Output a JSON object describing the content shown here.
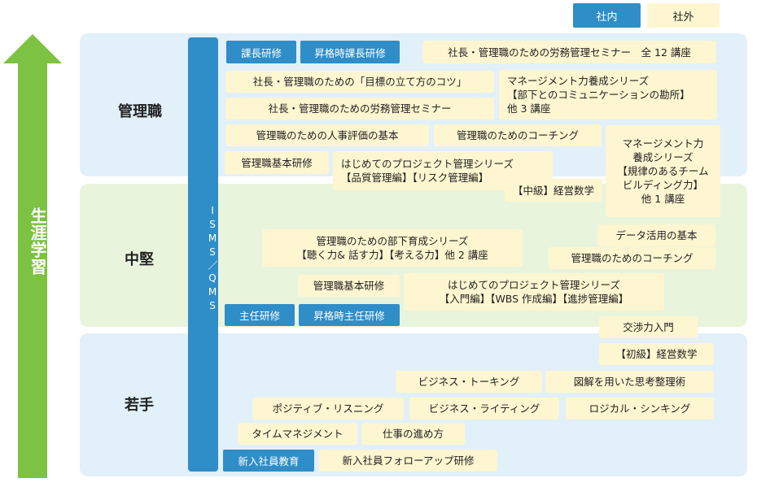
{
  "legend": {
    "internal": "社内",
    "external": "社外"
  },
  "axis": {
    "label": "生涯学習"
  },
  "levels": {
    "manager": "管理職",
    "mid": "中堅",
    "junior": "若手"
  },
  "isms": "ISMS／QMS",
  "colors": {
    "internal": "#2f8dc8",
    "external": "#fdf6d0",
    "arrow": "#7dc242",
    "band_blue": "#e2f0fa",
    "band_green": "#e9f4dd"
  },
  "internal_courses": {
    "kacho": "課長研修",
    "shokaku_kacho": "昇格時課長研修",
    "shunin": "主任研修",
    "shokaku_shunin": "昇格時主任研修",
    "shinnyu": "新入社員教育"
  },
  "external_courses": {
    "roumu12": "社長・管理職のための労務管理セミナー　全 12 講座",
    "mokuhyo": "社長・管理職のための「目標の立て方のコツ」",
    "mgmt_series": [
      "マネージメント力養成シリーズ",
      "【部下とのコミュニケーションの勘所】",
      "他 3 講座"
    ],
    "roumu": "社長・管理職のための労務管理セミナー",
    "jinji": "管理職のための人事評価の基本",
    "coaching_mgr": "管理職のためのコーチング",
    "mgmt_series2": [
      "マネージメント力",
      "養成シリーズ",
      "【規律のあるチーム",
      "ビルディング力】",
      "他 1 講座"
    ],
    "kanrishoku_kihon_mgr": "管理職基本研修",
    "pm_quality": [
      "はじめてのプロジェクト管理シリーズ",
      "【品質管理編】【リスク管理編】"
    ],
    "keiei_chukyu": "【中級】経営数学",
    "data_katsuyo": "データ活用の基本",
    "buka_ikusei": [
      "管理職のための部下育成シリーズ",
      "【聴く力& 話す力】【考える力】他 2 講座"
    ],
    "coaching_mid": "管理職のためのコーチング",
    "kanrishoku_kihon_mid": "管理職基本研修",
    "pm_intro": [
      "はじめてのプロジェクト管理シリーズ",
      "【入門編】【WBS 作成編】【進捗管理編】"
    ],
    "koushou": "交渉力入門",
    "keiei_shokyu": "【初級】経営数学",
    "biz_talking": "ビジネス・トーキング",
    "zukai": "図解を用いた思考整理術",
    "positive": "ポジティブ・リスニング",
    "biz_writing": "ビジネス・ライティング",
    "logical": "ロジカル・シンキング",
    "time_mgmt": "タイムマネジメント",
    "shigoto": "仕事の進め方",
    "followup": "新入社員フォローアップ研修"
  }
}
